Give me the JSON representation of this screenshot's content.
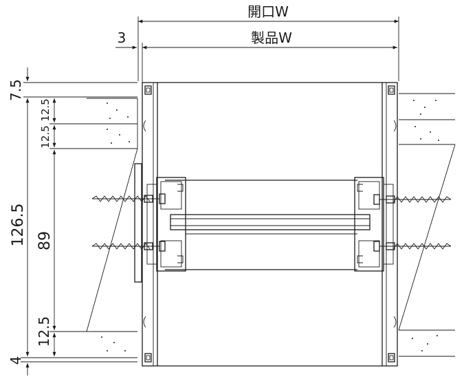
{
  "dimensions": {
    "opening_width": "開口W",
    "product_width": "製品W",
    "offset_left": "3",
    "top_gap": "7.5",
    "layer_upper_1": "12.5",
    "layer_upper_2": "12.5",
    "total_height": "126.5",
    "inner_height": "89",
    "layer_lower": "12.5",
    "bottom_gap": "4"
  }
}
